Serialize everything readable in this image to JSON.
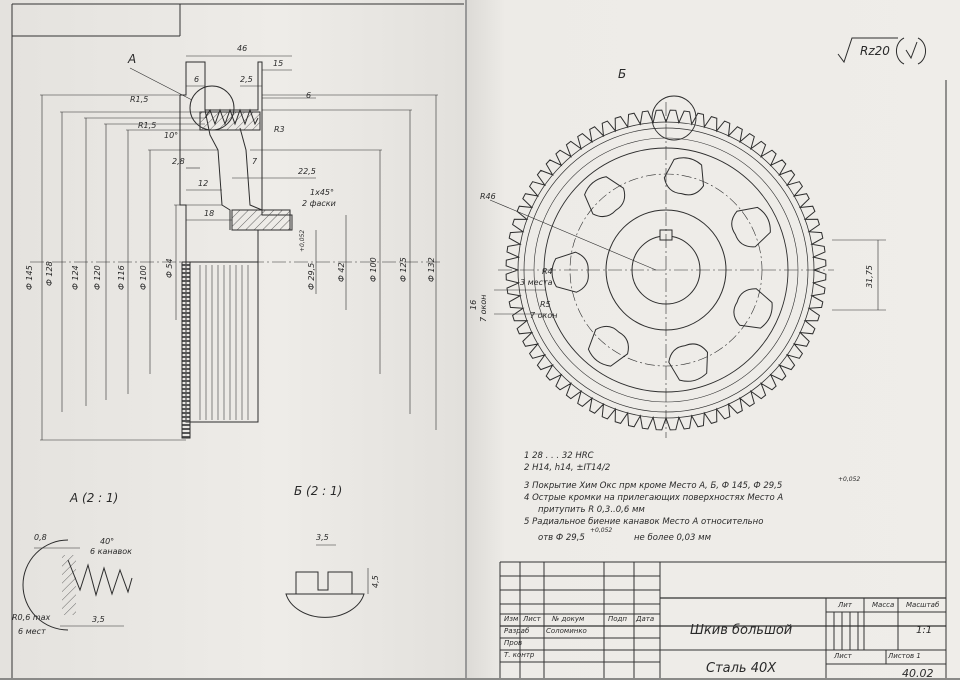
{
  "roughness": "Rz20",
  "views": {
    "callout_a": "A",
    "callout_b": "Б",
    "detail_a_title": "A (2 : 1)",
    "detail_b_title": "Б (2 : 1)"
  },
  "section": {
    "dims_top": [
      "46",
      "15",
      "6",
      "2,5",
      "6"
    ],
    "dims_side": [
      "R1,5",
      "R1,5",
      "10°",
      "R3",
      "2,8",
      "7",
      "12",
      "22,5",
      "18"
    ],
    "chamfer": "1x45°",
    "chamfer_note": "2 фаски",
    "diameters": [
      "Ф 145",
      "Ф 128",
      "Ф 124",
      "Ф 120",
      "Ф 116",
      "Ф 100",
      "Ф 54",
      "Ф 29,5",
      "Ф 42",
      "Ф 100",
      "Ф 125",
      "Ф 132"
    ],
    "tolerance": "+0,052"
  },
  "front": {
    "radius_outer": "R46",
    "radius_holes": "R4",
    "holes_count": "3 места",
    "radius_windows": "R5",
    "windows_count": "7 окон",
    "dim_left": "16",
    "dim_left_note": "7 окон",
    "dim_right": "31,75"
  },
  "notes": [
    "1  28 . . . 32 HRC",
    "2  H14, h14, ±IT14/2",
    "3  Покрытие Хим Окс прм кроме Место А, Б, Ф 145, Ф 29,5",
    "4  Острые кромки на прилегающих поверхностях Место А",
    "притупить R 0,3..0,6 мм",
    "5  Радиальное биение канавок Место А относительно",
    "отв  Ф 29,5",
    "не более 0,03 мм"
  ],
  "notes_tolerance_1": "+0,052",
  "notes_tolerance_2": "+0,052",
  "detail_a": {
    "dim_08": "0,8",
    "angle": "40°",
    "grooves": "6 канавок",
    "radius": "R0,6 max",
    "places": "6 мест",
    "dim_35": "3,5"
  },
  "detail_b": {
    "dim_35": "3,5",
    "dim_45": "4,5"
  },
  "title_block": {
    "title": "Шкив большой",
    "material": "Сталь 40X",
    "scale": "1:1",
    "doc_number": "40.02",
    "col_izm": "Изм",
    "col_list": "Лист",
    "col_docum": "№ докум",
    "col_podp": "Подп",
    "col_data": "Дата",
    "row_razrab": "Разраб",
    "razrab_name": "Соломинко",
    "row_prov": "Пров",
    "row_tkontr": "Т. контр",
    "head_lit": "Лит",
    "head_massa": "Масса",
    "head_masshtab": "Масштаб",
    "foot_list": "Лист",
    "foot_listov": "Листов 1"
  }
}
